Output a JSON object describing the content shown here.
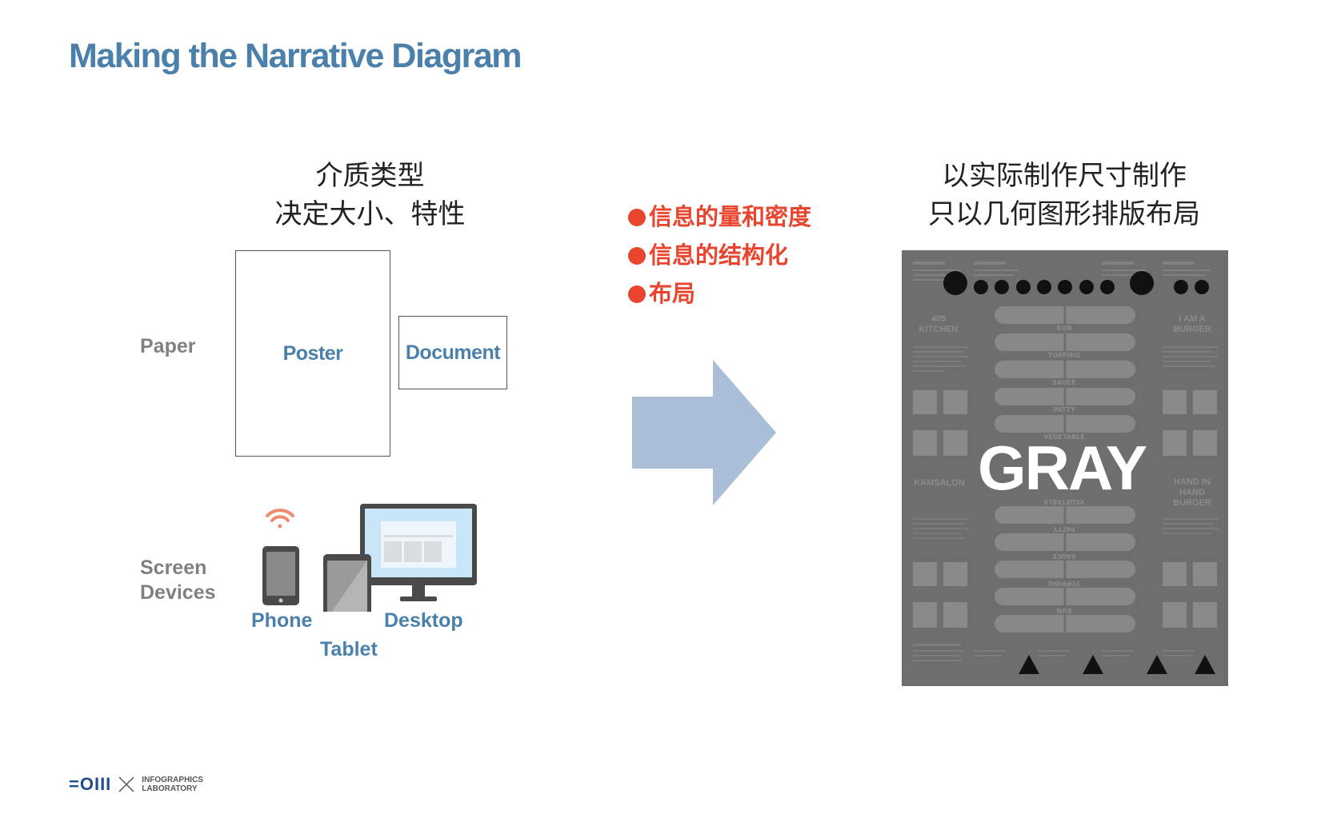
{
  "title": "Making the Narrative Diagram",
  "left_heading": {
    "line1": "介质类型",
    "line2": "决定大小、特性"
  },
  "right_heading": {
    "line1": "以实际制作尺寸制作",
    "line2": "只以几何图形排版布局"
  },
  "bullets": [
    "信息的量和密度",
    "信息的结构化",
    "布局"
  ],
  "paper": {
    "row_label": "Paper",
    "poster_label": "Poster",
    "document_label": "Document"
  },
  "screen": {
    "row_label_line1": "Screen",
    "row_label_line2": "Devices",
    "phone_label": "Phone",
    "tablet_label": "Tablet",
    "desktop_label": "Desktop"
  },
  "gray_poster": {
    "overlay_word": "GRAY",
    "left_top_heading": "405 KITCHEN",
    "right_top_heading": "I AM A BURGER",
    "left_mid_heading": "KAMSALON",
    "right_mid_heading": "HAND IN HAND BURGER",
    "layers_top": [
      "BUN",
      "TOPPING",
      "SAUCE",
      "PATTY",
      "VEGETABLE"
    ],
    "layers_bottom": [
      "VEGETABLE",
      "PATTY",
      "SAUCE",
      "TOPPING",
      "BUN"
    ]
  },
  "colors": {
    "title_blue": "#4a80a9",
    "accent_red": "#e8442e",
    "arrow": "#a9bfd8",
    "poster_gray": "#6e6e6e"
  },
  "footer": {
    "logo_mark": "=OIII",
    "lab_line1": "INFOGRAPHICS",
    "lab_line2": "LABORATORY"
  }
}
